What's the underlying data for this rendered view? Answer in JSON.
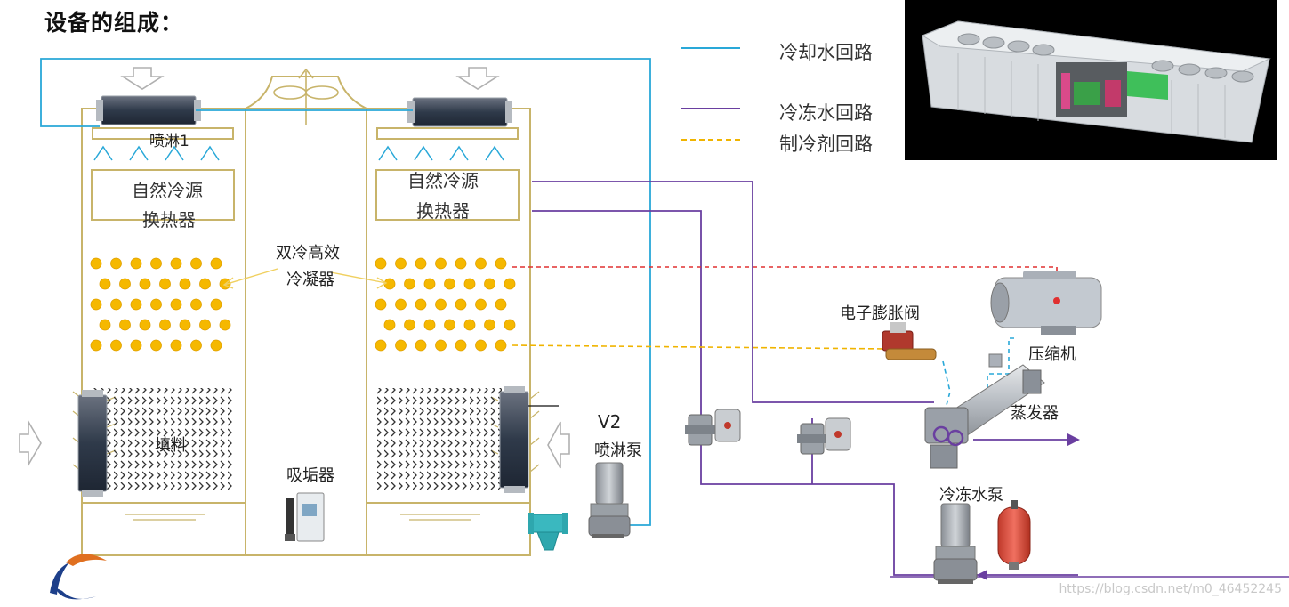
{
  "title": "设备的组成：",
  "legend": [
    {
      "label": "冷却水回路",
      "color": "#29a8d8",
      "style": "solid"
    },
    {
      "label": "冷冻水回路",
      "color": "#6a3fa0",
      "style": "solid"
    },
    {
      "label": "制冷剂回路",
      "color": "#f0b400",
      "style": "dashed"
    }
  ],
  "labels": {
    "spray1": "喷淋1",
    "hx_left_1": "自然冷源",
    "hx_left_2": "换热器",
    "hx_right_1": "自然冷源",
    "hx_right_2": "换热器",
    "condenser_1": "双冷高效",
    "condenser_2": "冷凝器",
    "fill": "填料",
    "descaler": "吸垢器",
    "v2": "V2",
    "spray_pump": "喷淋泵",
    "expansion_valve": "电子膨胀阀",
    "compressor": "压缩机",
    "evaporator": "蒸发器",
    "chilled_pump": "冷冻水泵"
  },
  "watermark": "https://blog.csdn.net/m0_46452245",
  "colors": {
    "cooling_water": "#29a8d8",
    "chilled_water": "#6a3fa0",
    "refrigerant": "#f0b400",
    "refrigerant_hot": "#e03030",
    "tower_frame": "#c8b46a",
    "coil_dots": "#f5b800"
  }
}
